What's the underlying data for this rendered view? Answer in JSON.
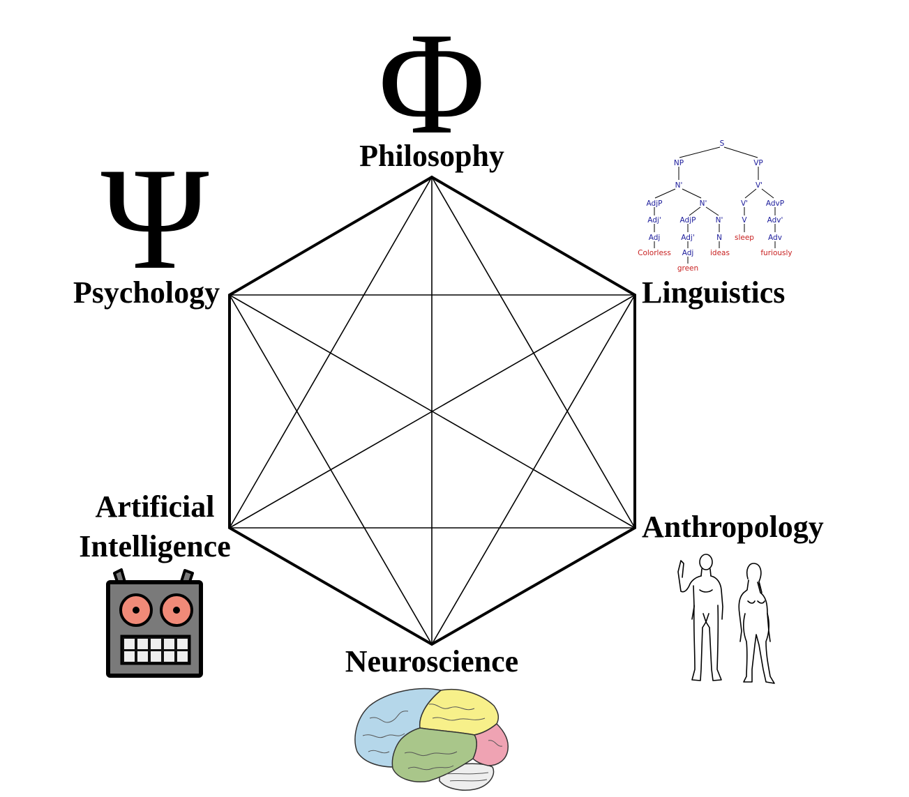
{
  "fields": {
    "top": "Philosophy",
    "upper_right": "Linguistics",
    "lower_right": "Anthropology",
    "bottom": "Neuroscience",
    "lower_left_line1": "Artificial",
    "lower_left_line2": "Intelligence",
    "upper_left": "Psychology"
  },
  "symbols": {
    "philosophy": "Φ",
    "psychology": "Ψ"
  },
  "syntax_tree": {
    "nodes": [
      "S",
      "NP",
      "VP",
      "N'",
      "V'",
      "AdjP",
      "N'",
      "V'",
      "AdvP",
      "Adj'",
      "AdjP",
      "N'",
      "V",
      "Adv'",
      "Adj",
      "Adj'",
      "N",
      "Adv",
      "Adj"
    ],
    "words": [
      "Colorless",
      "green",
      "ideas",
      "sleep",
      "furiously"
    ]
  },
  "icons": [
    "phi-symbol",
    "psi-symbol",
    "syntax-tree-icon",
    "robot-icon",
    "brain-icon",
    "human-figures-icon"
  ],
  "colors": {
    "frontal_lobe": "#b5d7ea",
    "parietal_lobe": "#f7f08a",
    "temporal_lobe": "#a9c68a",
    "occipital_lobe": "#efa3b3",
    "robot_body": "#7a7a7a",
    "robot_eye": "#f08a78",
    "tree_node": "#1a1a9a",
    "tree_word": "#c82020"
  }
}
